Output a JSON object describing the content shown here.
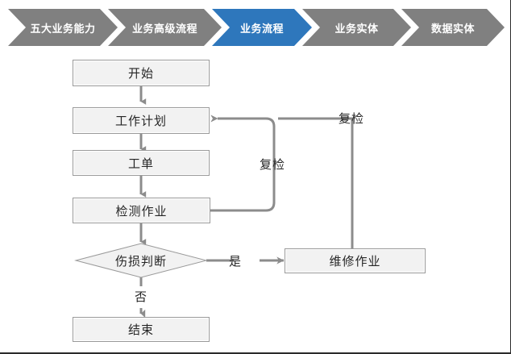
{
  "breadcrumb": {
    "active_color": "#2e77bc",
    "inactive_color": "#808080",
    "text_color": "#ffffff",
    "items": [
      {
        "label": "五大业务能力",
        "active": false
      },
      {
        "label": "业务高级流程",
        "active": false
      },
      {
        "label": "业务流程",
        "active": true
      },
      {
        "label": "业务实体",
        "active": false
      },
      {
        "label": "数据实体",
        "active": false
      }
    ]
  },
  "flowchart": {
    "type": "flowchart",
    "node_fill": "#f2f2f2",
    "node_border": "#9a9a9a",
    "connector_color": "#8c8c8c",
    "text_color": "#262626",
    "nodes": [
      {
        "id": "start",
        "label": "开始",
        "shape": "rect"
      },
      {
        "id": "workplan",
        "label": "工作计划",
        "shape": "rect"
      },
      {
        "id": "workorder",
        "label": "工单",
        "shape": "rect"
      },
      {
        "id": "inspection",
        "label": "检测作业",
        "shape": "rect"
      },
      {
        "id": "judge",
        "label": "伤损判断",
        "shape": "diamond"
      },
      {
        "id": "repair",
        "label": "维修作业",
        "shape": "rect"
      },
      {
        "id": "end",
        "label": "结束",
        "shape": "rect"
      }
    ],
    "edge_labels": [
      {
        "id": "yes",
        "label": "是"
      },
      {
        "id": "no",
        "label": "否"
      },
      {
        "id": "recheck-1",
        "label": "复检"
      },
      {
        "id": "recheck-2",
        "label": "复检"
      }
    ],
    "edges": [
      {
        "from": "start",
        "to": "workplan",
        "label": ""
      },
      {
        "from": "workplan",
        "to": "workorder",
        "label": ""
      },
      {
        "from": "workorder",
        "to": "inspection",
        "label": ""
      },
      {
        "from": "inspection",
        "to": "judge",
        "label": ""
      },
      {
        "from": "inspection",
        "to": "workplan",
        "label": "复检"
      },
      {
        "from": "judge",
        "to": "repair",
        "label": "是"
      },
      {
        "from": "judge",
        "to": "end",
        "label": "否"
      },
      {
        "from": "repair",
        "to": "workplan",
        "label": "复检"
      }
    ]
  }
}
